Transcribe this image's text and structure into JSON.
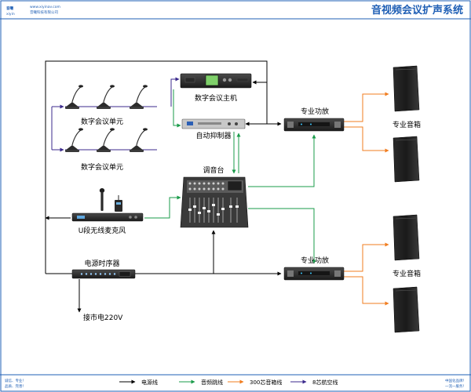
{
  "header": {
    "title": "音视频会议扩声系统",
    "logo_text": "音曦",
    "logo_sub": "xiyin",
    "url_text": "www.xiyinav.com",
    "company_text": "音曦科技有限公司"
  },
  "labels": {
    "conference_host": "数字会议主机",
    "conference_unit_top": "数字会议单元",
    "conference_unit_bottom": "数字会议单元",
    "feedback_suppressor": "自动抑制器",
    "mixer": "调音台",
    "wireless_mic": "U段无线麦克风",
    "power_sequencer": "电源时序器",
    "mains": "接市电220V",
    "amp_top": "专业功放",
    "amp_bottom": "专业功放",
    "speaker_top": "专业音箱",
    "speaker_bottom": "专业音箱"
  },
  "legend": [
    {
      "label": "电源线",
      "color": "#000000"
    },
    {
      "label": "音频跳线",
      "color": "#1a9b4a"
    },
    {
      "label": "300芯音箱线",
      "color": "#f07c1f"
    },
    {
      "label": "8芯航空线",
      "color": "#3b2a8c"
    }
  ],
  "corner_notes": {
    "bottom_left_1": "诚信、专业！",
    "bottom_left_2": "品质、完善！",
    "bottom_right_1": "中国化品牌！",
    "bottom_right_2": "一流一服务！"
  },
  "colors": {
    "title": "#1f5fb5",
    "power": "#000000",
    "audio": "#1a9b4a",
    "speaker_cable": "#f07c1f",
    "aviation_cable": "#3b2a8c",
    "frame": "#1f5fb5"
  }
}
